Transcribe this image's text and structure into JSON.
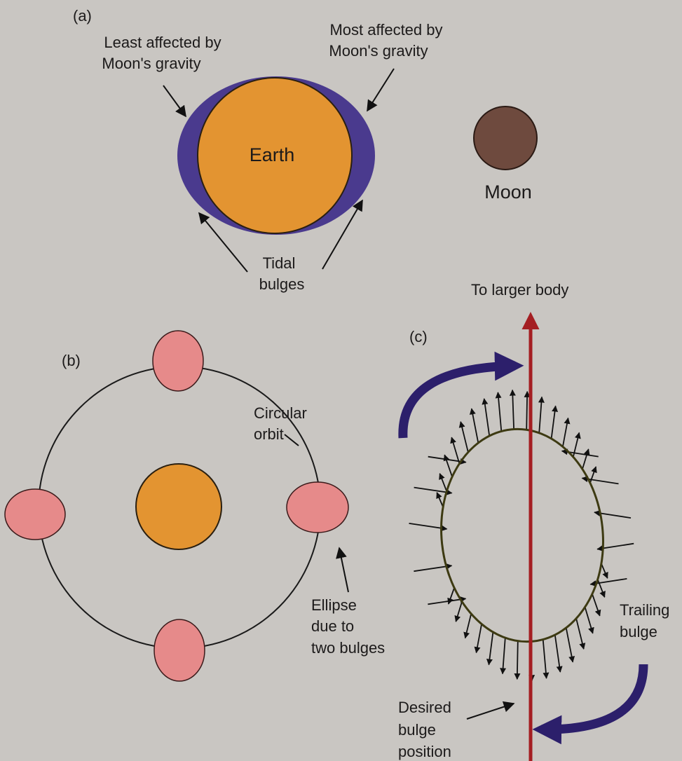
{
  "panel_a": {
    "label": "(a)",
    "least_affected": [
      "Least affected by",
      "Moon's gravity"
    ],
    "most_affected": [
      "Most affected by",
      "Moon's gravity"
    ],
    "earth_label": "Earth",
    "moon_label": "Moon",
    "tidal_bulges": [
      "Tidal",
      "bulges"
    ]
  },
  "panel_b": {
    "label": "(b)",
    "circular_orbit": [
      "Circular",
      "orbit"
    ],
    "ellipse_caption": [
      "Ellipse",
      "due to",
      "two bulges"
    ]
  },
  "panel_c": {
    "label": "(c)",
    "to_larger_body": "To larger body",
    "trailing_bulge": [
      "Trailing",
      "bulge"
    ],
    "desired_bulge": [
      "Desired",
      "bulge",
      "position"
    ]
  },
  "colors": {
    "earth": "#e39431",
    "ocean": "#4a3a8e",
    "moon": "#6e4a3e",
    "ellipse_pink": "#e68a8a",
    "axis_red": "#a41e22",
    "rotation_arrow": "#2c1f6b",
    "background": "#c9c6c2"
  }
}
